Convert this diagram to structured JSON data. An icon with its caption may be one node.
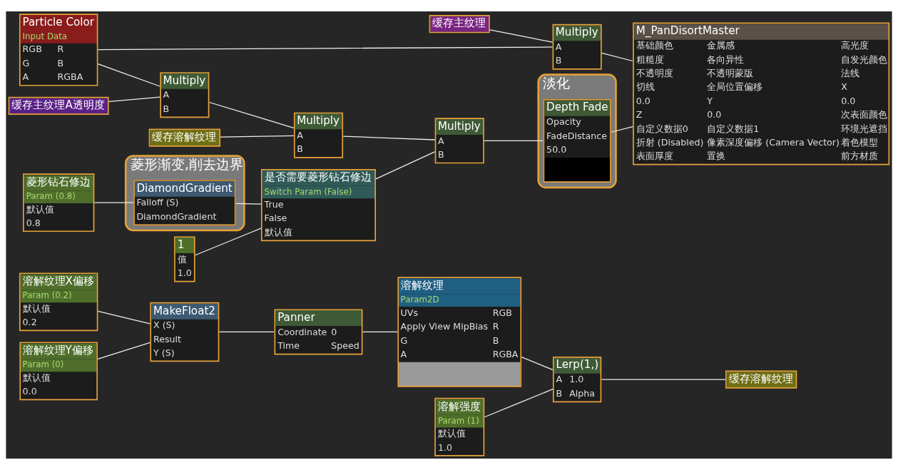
{
  "diagram": {
    "nodes": [
      {
        "text": [
          "溶解纹理X偏移",
          "Param (0.2)",
          "默认值",
          "0.2"
        ]
      },
      {
        "text": [
          "溶解纹理Y偏移",
          "Param (0)",
          "默认值",
          "0.0"
        ]
      },
      {
        "text": [
          "MakeFloat2",
          "X (S)",
          "Result",
          "Y (S)"
        ]
      },
      {
        "text": [
          "Panner",
          "Coordinate",
          "0",
          "Time",
          "Speed"
        ]
      },
      {
        "text": [
          "溶解纹理",
          "Param2D",
          "UVs",
          "RGB",
          "Apply View MipBias",
          "R",
          "G",
          "B",
          "A",
          "RGBA"
        ]
      },
      {
        "text": [
          "溶解强度",
          "Param (1)",
          "默认值",
          "1.0"
        ]
      },
      {
        "text": [
          "Lerp(1,)",
          "A",
          "1.0",
          "B",
          "Alpha"
        ]
      },
      {
        "text": [
          "缓存溶解纹理"
        ]
      },
      {
        "text": [
          "缓存主纹理"
        ]
      },
      {
        "text": [
          "Particle Color",
          "Input Data",
          "RGB",
          "R",
          "G",
          "B",
          "A",
          "RGBA"
        ]
      },
      {
        "text": [
          "Multiply",
          "A",
          "B"
        ]
      },
      {
        "text": [
          "Multiply",
          "A",
          "B"
        ]
      },
      {
        "text": [
          "缓存主纹理A透明度"
        ]
      },
      {
        "text": [
          "Multiply",
          "A",
          "B"
        ]
      },
      {
        "text": [
          "缓存溶解纹理"
        ]
      },
      {
        "text": [
          "Multiply",
          "A",
          "B"
        ]
      },
      {
        "text": [
          "淡化"
        ]
      },
      {
        "text": [
          "Depth Fade",
          "Opacity",
          "FadeDistance",
          "50.0"
        ],
        "in": 16
      },
      {
        "text": [
          "M_PanDisortMaster",
          "基础颜色",
          "金属感",
          "高光度",
          "粗糙度",
          "各向异性",
          "自发光颜色",
          "不透明度",
          "不透明蒙版",
          "法线",
          "切线",
          "全局位置偏移",
          "X",
          "0.0",
          "Y",
          "0.0",
          "Z",
          "0.0",
          "次表面颜色",
          "自定义数据0",
          "自定义数据1",
          "环境光遮挡",
          "折射 (Disabled)",
          "像素深度偏移 (Camera Vector)",
          "着色模型",
          "表面厚度",
          "置换",
          "前方材质"
        ]
      },
      {
        "text": [
          "菱形渐变,削去边界"
        ]
      },
      {
        "text": [
          "DiamondGradient",
          "Falloff (S)",
          "DiamondGradient"
        ],
        "in": 19
      },
      {
        "text": [
          "菱形钻石修边",
          "Param (0.8)",
          "默认值",
          "0.8"
        ]
      },
      {
        "text": [
          "是否需要菱形钻石修边",
          "Switch Param (False)",
          "True",
          "False",
          "默认值"
        ]
      },
      {
        "text": [
          "1",
          "值",
          "1.0"
        ]
      }
    ],
    "edges": [
      {
        "from": 0,
        "to": 2,
        "arrow": "none"
      },
      {
        "from": 1,
        "to": 2,
        "arrow": "none"
      },
      {
        "from": 2,
        "to": 3,
        "arrow": "none"
      },
      {
        "from": 3,
        "to": 4,
        "arrow": "none"
      },
      {
        "from": 4,
        "to": 6,
        "arrow": "none"
      },
      {
        "from": 5,
        "to": 6,
        "arrow": "none"
      },
      {
        "from": 6,
        "to": 7,
        "arrow": "none"
      },
      {
        "from": 8,
        "to": 10,
        "arrow": "none"
      },
      {
        "from": 9,
        "to": 10,
        "arrow": "none"
      },
      {
        "from": 10,
        "to": 18,
        "arrow": "none"
      },
      {
        "from": 9,
        "to": 11,
        "arrow": "none"
      },
      {
        "from": 12,
        "to": 11,
        "arrow": "none"
      },
      {
        "from": 11,
        "to": 13,
        "arrow": "none"
      },
      {
        "from": 14,
        "to": 13,
        "arrow": "none"
      },
      {
        "from": 13,
        "to": 15,
        "arrow": "none"
      },
      {
        "from": 22,
        "to": 15,
        "arrow": "none"
      },
      {
        "from": 15,
        "to": 17,
        "arrow": "none"
      },
      {
        "from": 17,
        "to": 18,
        "arrow": "none"
      },
      {
        "from": 21,
        "to": 20,
        "arrow": "none"
      },
      {
        "from": 20,
        "to": 22,
        "arrow": "none"
      },
      {
        "from": 23,
        "to": 22,
        "arrow": "none"
      }
    ]
  }
}
